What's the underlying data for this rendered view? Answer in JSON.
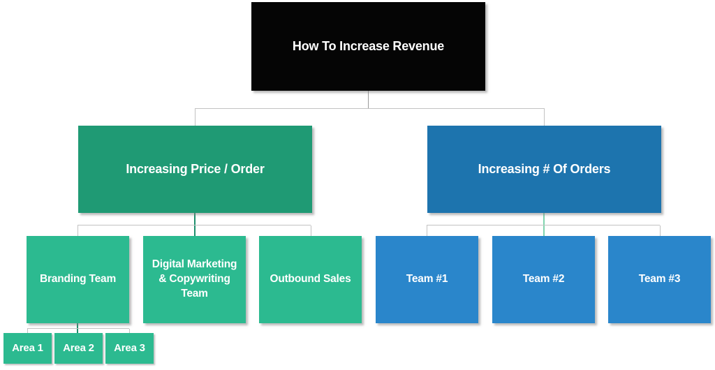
{
  "diagram": {
    "root": {
      "label": "How To Increase Revenue"
    },
    "left_branch": {
      "label": "Increasing Price / Order",
      "children": [
        {
          "label": "Branding Team"
        },
        {
          "label": "Digital Marketing & Copywriting Team"
        },
        {
          "label": "Outbound Sales"
        }
      ]
    },
    "right_branch": {
      "label": "Increasing # Of Orders",
      "children": [
        {
          "label": "Team #1"
        },
        {
          "label": "Team #2"
        },
        {
          "label": "Team #3"
        }
      ]
    },
    "branding_areas": [
      {
        "label": "Area 1"
      },
      {
        "label": "Area 2"
      },
      {
        "label": "Area 3"
      }
    ],
    "colors": {
      "root_bg": "#050505",
      "branch_green": "#1f9a74",
      "child_green": "#2cba90",
      "branch_blue": "#1d74ae",
      "child_blue": "#2a86cb",
      "connector_gray": "#c2c2c2",
      "connector_stub_gray": "#999999",
      "connector_green_dark": "#1f8f6d",
      "connector_green_light": "#7fd4ae",
      "text": "#ffffff"
    }
  }
}
